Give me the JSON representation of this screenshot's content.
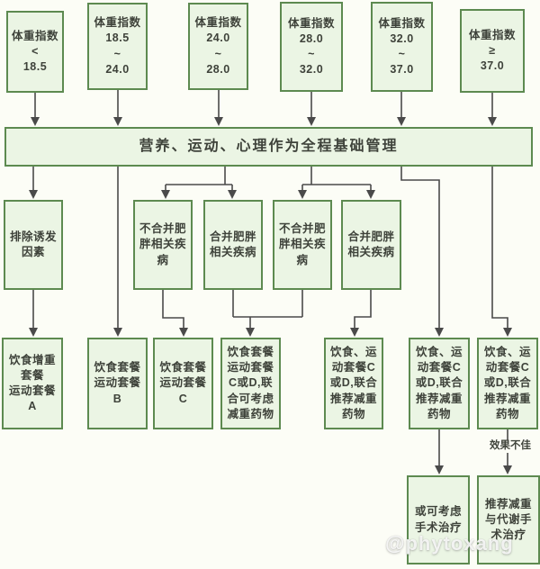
{
  "colors": {
    "page_bg": "#fcfdf6",
    "box_fill": "#ebf5e4",
    "box_border": "#5d8a50",
    "text": "#3e423a",
    "arrow": "#4a4a4a"
  },
  "flowchart": {
    "top_row": [
      "体重指数\n<\n18.5",
      "体重指数\n18.5\n~\n24.0",
      "体重指数\n24.0\n~\n28.0",
      "体重指数\n28.0\n~\n32.0",
      "体重指数\n32.0\n~\n37.0",
      "体重指数\n≥\n37.0"
    ],
    "base_management": "营养、运动、心理作为全程基础管理",
    "middle_row": [
      "排除诱发\n因素",
      "不合并肥\n胖相关疾\n病",
      "合并肥胖\n相关疾病",
      "不合并肥\n胖相关疾\n病",
      "合并肥胖\n相关疾病"
    ],
    "bottom_row": [
      "饮食增重\n套餐\n运动套餐\nA",
      "饮食套餐\n运动套餐\nB",
      "饮食套餐\n运动套餐\nC",
      "饮食套餐\n运动套餐\nC或D,联\n合可考虑\n减重药物",
      "饮食、运\n动套餐C\n或D,联合\n推荐减重\n药物",
      "饮食、运\n动套餐C\n或D,联合\n推荐减重\n药物",
      "饮食、运\n动套餐C\n或D,联合\n推荐减重\n药物"
    ],
    "surgery_row": [
      "或可考虑\n手术治疗",
      "推荐减重\n与代谢手\n术治疗"
    ],
    "arrow_label": "效果不佳",
    "watermark": "@phytoxang"
  }
}
